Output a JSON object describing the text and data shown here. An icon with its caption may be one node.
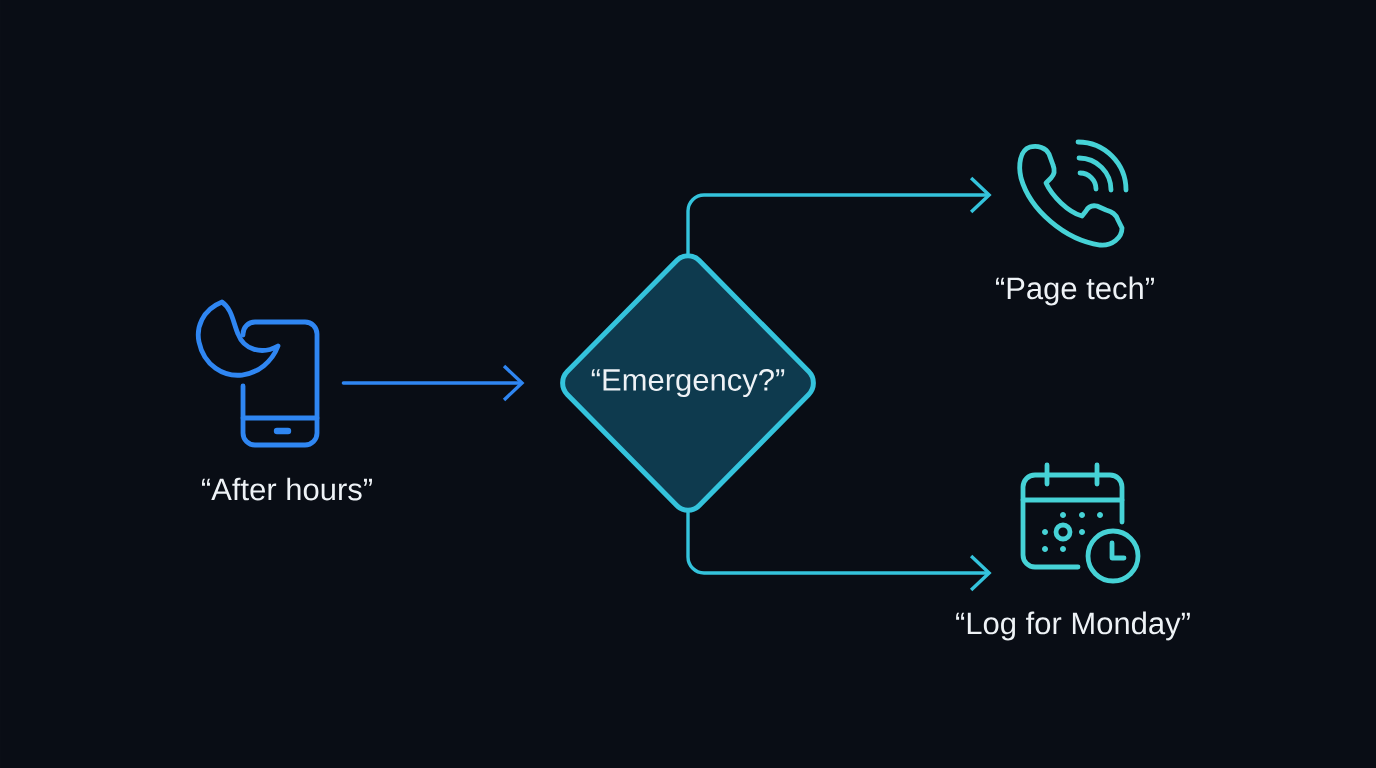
{
  "diagram": {
    "nodes": [
      {
        "text": [],
        "shape": "picture",
        "beside": [
          "“After hours”"
        ]
      },
      {
        "text": [
          "“Emergency?”"
        ]
      },
      {
        "text": [],
        "shape": "picture",
        "beside": [
          "“Page tech”"
        ]
      },
      {
        "text": [],
        "shape": "picture",
        "beside": [
          "“Log for Monday”"
        ]
      }
    ],
    "edges": [
      {
        "from": 0,
        "to": 1,
        "arrow": "to",
        "color": "#2f86f2"
      },
      {
        "from": 1,
        "to": 2,
        "arrow": "to"
      },
      {
        "from": 1,
        "to": 3,
        "arrow": "to"
      }
    ]
  }
}
